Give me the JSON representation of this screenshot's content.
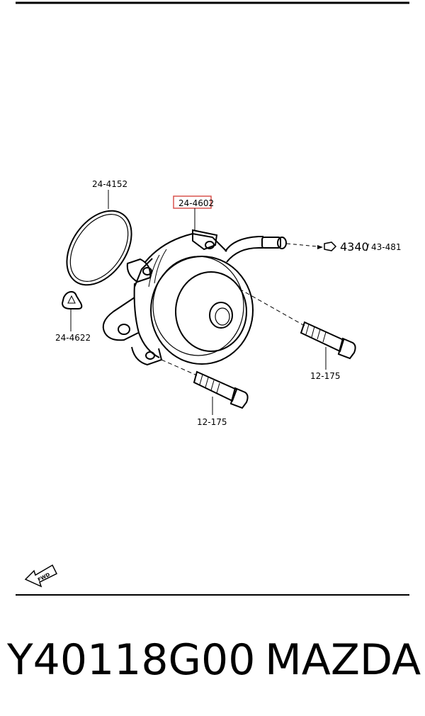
{
  "callouts": {
    "gasket_ring": "24-4152",
    "vacuum_pump": "24-4602",
    "o_ring_small": "24-4622",
    "bolt_upper": "12-175",
    "bolt_lower": "12-175",
    "hose_ref_main": "4340",
    "hose_ref_sep": "/",
    "hose_ref_sub": "43-481"
  },
  "fwd_label": "FWD",
  "footer": {
    "part_number": "Y40118G00",
    "brand": "MAZDA"
  },
  "colors": {
    "highlight_box": "#d9534f",
    "line": "#000000"
  }
}
